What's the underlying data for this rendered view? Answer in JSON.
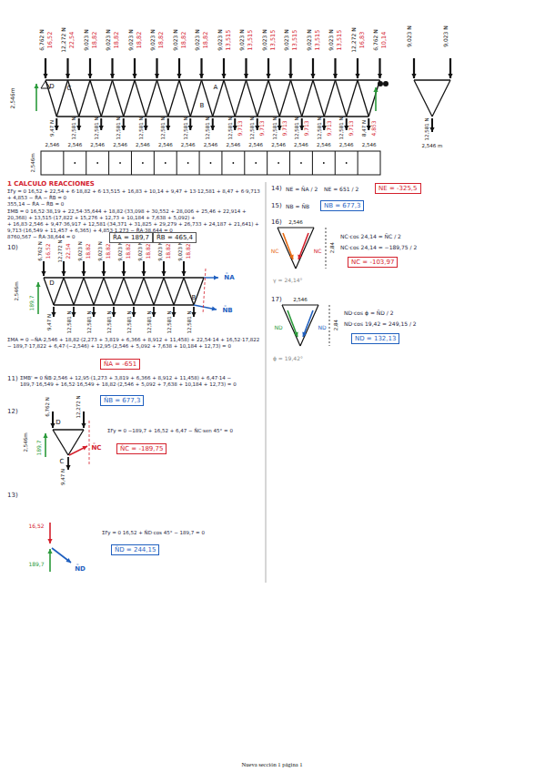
{
  "diagram": {
    "nodes": [
      {
        "text": [
          "R̄A = 189,7"
        ]
      },
      {
        "text": [
          "R̄B = 465,4"
        ]
      },
      {
        "text": [
          "N̄A = -651"
        ]
      },
      {
        "text": [
          "N̄B = 677,3"
        ]
      },
      {
        "text": [
          "N̄C = -189,75"
        ]
      },
      {
        "text": [
          "N̄D = 244,15"
        ]
      },
      {
        "text": [
          "NE = -325,5"
        ]
      },
      {
        "text": [
          "NB = 677,3"
        ]
      },
      {
        "text": [
          "NC = -103,97"
        ]
      },
      {
        "text": [
          "ND = 132,13"
        ]
      }
    ],
    "labels": [
      "6,762 N",
      "12,272 N",
      "9,023 N",
      "9,023 N",
      "9,023 N",
      "9,023 N",
      "9,023 N",
      "9,023 N",
      "9,023 N",
      "9,023 N",
      "9,023 N",
      "9,023 N",
      "9,023 N",
      "9,023 N",
      "12,272 N",
      "6,762 N",
      "16,52",
      "22,54",
      "18,82",
      "18,82",
      "18,82",
      "18,82",
      "18,82",
      "18,82",
      "13,515",
      "13,515",
      "13,515",
      "13,515",
      "13,515",
      "13,515",
      "16,83",
      "10,14",
      "9,47 N",
      "12,581 N",
      "12,581 N",
      "12,581 N",
      "12,581 N",
      "12,581 N",
      "12,581 N",
      "12,581 N",
      "12,581 N",
      "12,581 N",
      "12,581 N",
      "12,581 N",
      "12,581 N",
      "12,581 N",
      "8,47 N",
      "9,713",
      "9,713",
      "9,713",
      "9,713",
      "9,713",
      "9,713",
      "4,853",
      "D",
      "C",
      "A",
      "B",
      "2,546m",
      "2,546",
      "2,546",
      "2,546",
      "2,546",
      "2,546",
      "2,546",
      "2,546",
      "2,546",
      "2,546",
      "2,546",
      "2,546",
      "2,546",
      "2,546",
      "2,546",
      "2,546",
      "9,023 N",
      "9,023 N",
      "12,581 N",
      "2,546 m",
      "2,546m",
      "1 CALCULO REACCIONES",
      "ΣFy = 0   16,52 + 22,54 + 6·18,82 + 6·13,515 + 16,83 + 10,14 + 9,47 + 13·12,581 + 8,47 + 6·9,713 + 4,853 − R̄A − R̄B = 0",
      "355,14 − R̄A − R̄B = 0",
      "ΣMB = 0   16,52·38,19 + 22,54·35,644 + 18,82·(33,098 + 30,552 + 28,006 + 25,46 + 22,914 + 20,368) + 13,515·(17,822 + 15,276 + 12,73 + 10,184 + 7,638 + 5,092) +",
      "+ 16,83·2,546 + 9,47·36,917 + 12,581·(34,371 + 31,825 + 29,279 + 26,733 + 24,187 + 21,641) + 9,713·(16,549 + 11,457 + 6,365) + 4,853·1,273 − R̄A·38,644 = 0",
      "8760,567 − R̄A·38,644 = 0",
      "10)",
      "6,762 N",
      "12,272 N",
      "9,023 N",
      "9,023 N",
      "9,023 N",
      "9,023 N",
      "9,023 N",
      "9,023 N",
      "16,52",
      "22,54",
      "18,82",
      "18,82",
      "18,82",
      "18,82",
      "18,82",
      "18,82",
      "9,47 N",
      "12,581 N",
      "12,581 N",
      "12,581 N",
      "12,581 N",
      "12,581 N",
      "12,581 N",
      "12,581 N",
      "N̄A",
      "N̄B",
      "D",
      "B",
      "2,546m",
      "189,7",
      "ΣMA = 0   −N̄A·2,546 + 18,82·(2,273 + 3,819 + 6,366 + 8,912 + 11,458) + 22,54·14 + 16,52·17,822 − 189,7·17,822 + 6,47·(−2,546) + 12,95·(2,546 + 5,092 + 7,638 + 10,184 + 12,73) = 0",
      "11)",
      "ΣMB' = 0   N̄B·2,546 + 12,95·(1,273 + 3,819 + 6,366 + 8,912 + 11,458) + 6,47·14 − 189,7·16,549 + 16,52·16,549 + 18,82·(2,546 + 5,092 + 7,638 + 10,184 + 12,73) = 0",
      "12)",
      "6,762 N",
      "12,272 N",
      "2,546m",
      "9,47 N",
      "D",
      "C",
      "189,7",
      "N̄C",
      "ΣFy = 0   −189,7 + 16,52 + 6,47 − N̄C·sen 45° = 0",
      "13)",
      "16,52",
      "189,7",
      "N̄D",
      "ΣFy = 0   16,52 + N̄D·cos 45° − 189,7 = 0",
      "14)",
      "NE = N̄A / 2",
      "NE = 651 / 2",
      "15)",
      "NB = N̄B",
      "16)",
      "2,546",
      "NC",
      "NC",
      "2,84",
      "γ = 24,14°",
      "NC·cos 24,14 = N̄C / 2",
      "NC·cos 24,14 = −189,75 / 2",
      "17)",
      "2,546",
      "ND",
      "ND",
      "2,84",
      "ϕ = 19,42°",
      "ND·cos ϕ = N̄D / 2",
      "ND·cos 19,42 = 249,15 / 2",
      "Nueva sección 1 página 1"
    ]
  }
}
